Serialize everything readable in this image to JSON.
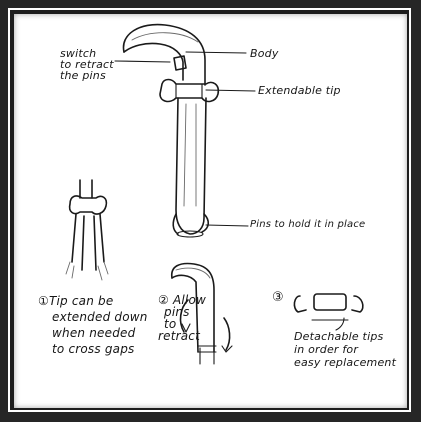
{
  "labels": {
    "switch": [
      "switch",
      "to retract",
      "the pins"
    ],
    "body": "Body",
    "extendable_tip": "Extendable tip",
    "pins": "Pins to hold it in place",
    "note1": [
      "①Tip can be",
      "extended down",
      "when needed",
      "to cross gaps"
    ],
    "note2": [
      "② Allow",
      "pins",
      "to",
      "retract"
    ],
    "note3_number": "③",
    "note3": [
      "Detachable tips",
      "in order for",
      "easy replacement"
    ]
  }
}
